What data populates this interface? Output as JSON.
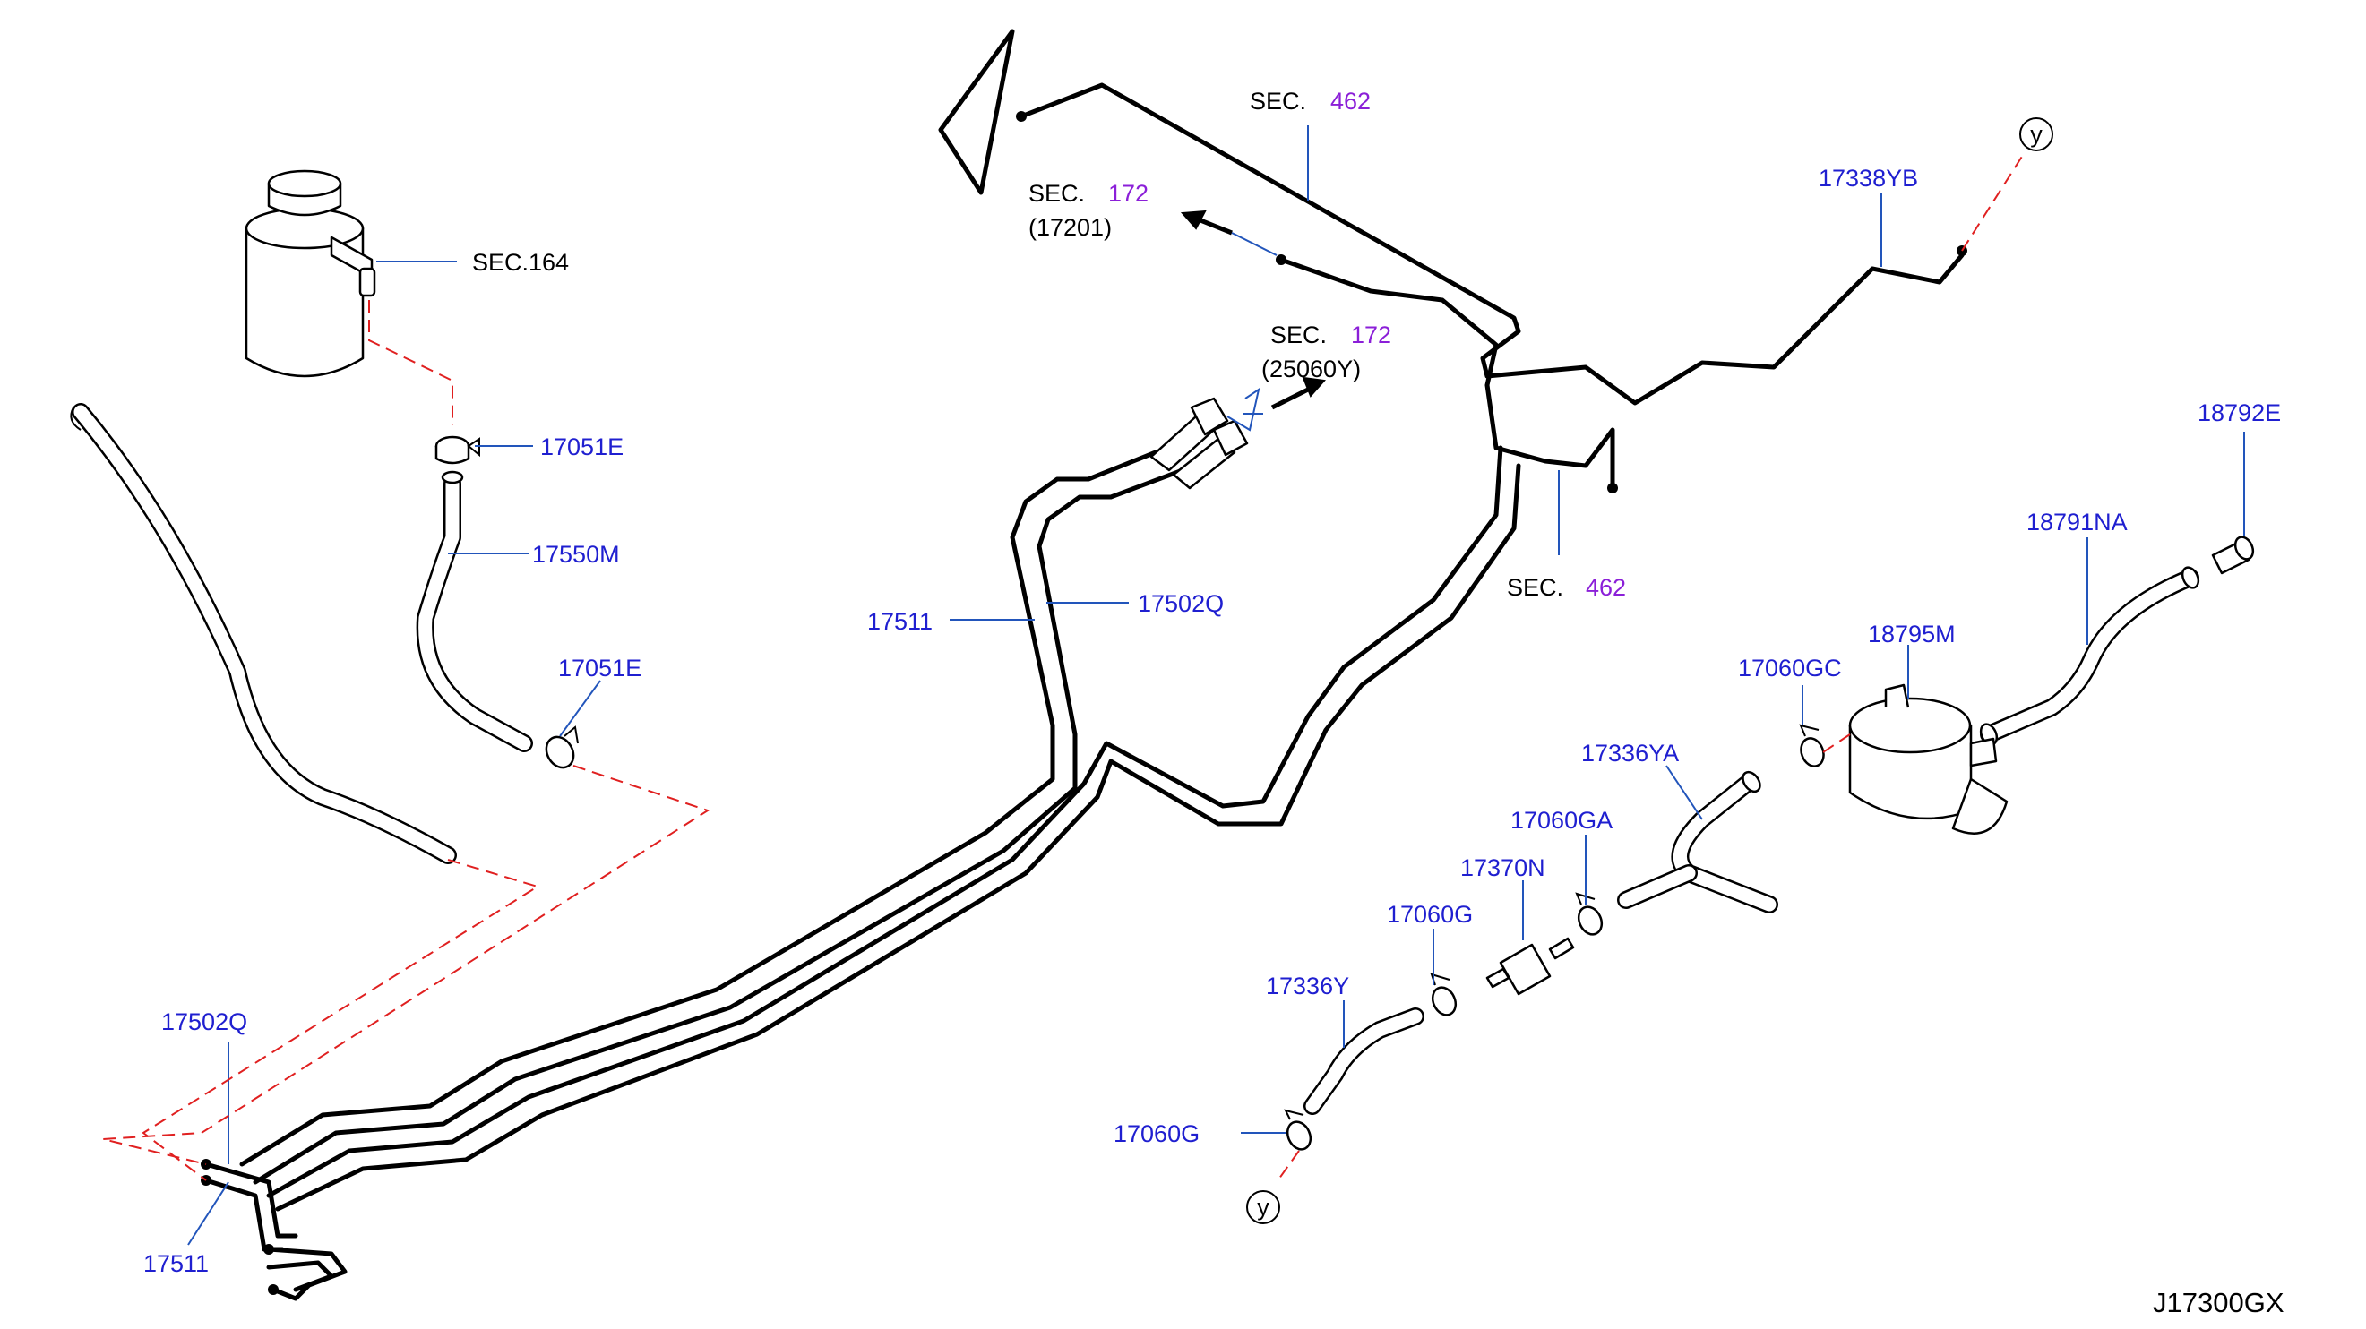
{
  "sections": {
    "sec_462_top": {
      "prefix": "SEC.",
      "number": "462"
    },
    "sec_462_bottom": {
      "prefix": "SEC.",
      "number": "462"
    },
    "sec_172_a": {
      "prefix": "SEC.",
      "number": "172",
      "ref": "(17201)"
    },
    "sec_172_b": {
      "prefix": "SEC.",
      "number": "172",
      "ref": "(25060Y)"
    },
    "sec_164": "SEC.164"
  },
  "parts": {
    "p17051E_top": "17051E",
    "p17550M": "17550M",
    "p17051E_bottom": "17051E",
    "p17511_main": "17511",
    "p17502Q_main": "17502Q",
    "p17502Q_left": "17502Q",
    "p17511_left": "17511",
    "p17338YB": "17338YB",
    "p18792E": "18792E",
    "p18791NA": "18791NA",
    "p18795M": "18795M",
    "p17060GC": "17060GC",
    "p17336YA": "17336YA",
    "p17060GA": "17060GA",
    "p17370N": "17370N",
    "p17060G_upper": "17060G",
    "p17336Y": "17336Y",
    "p17060G_lower": "17060G"
  },
  "refs": {
    "y_top": "y",
    "y_bottom": "y"
  },
  "diagram_code": "J17300GX",
  "colors": {
    "part_label": "#1f1fd0",
    "section_number": "#8b1fd8",
    "connector_dash": "#e02020",
    "line": "#000000"
  }
}
